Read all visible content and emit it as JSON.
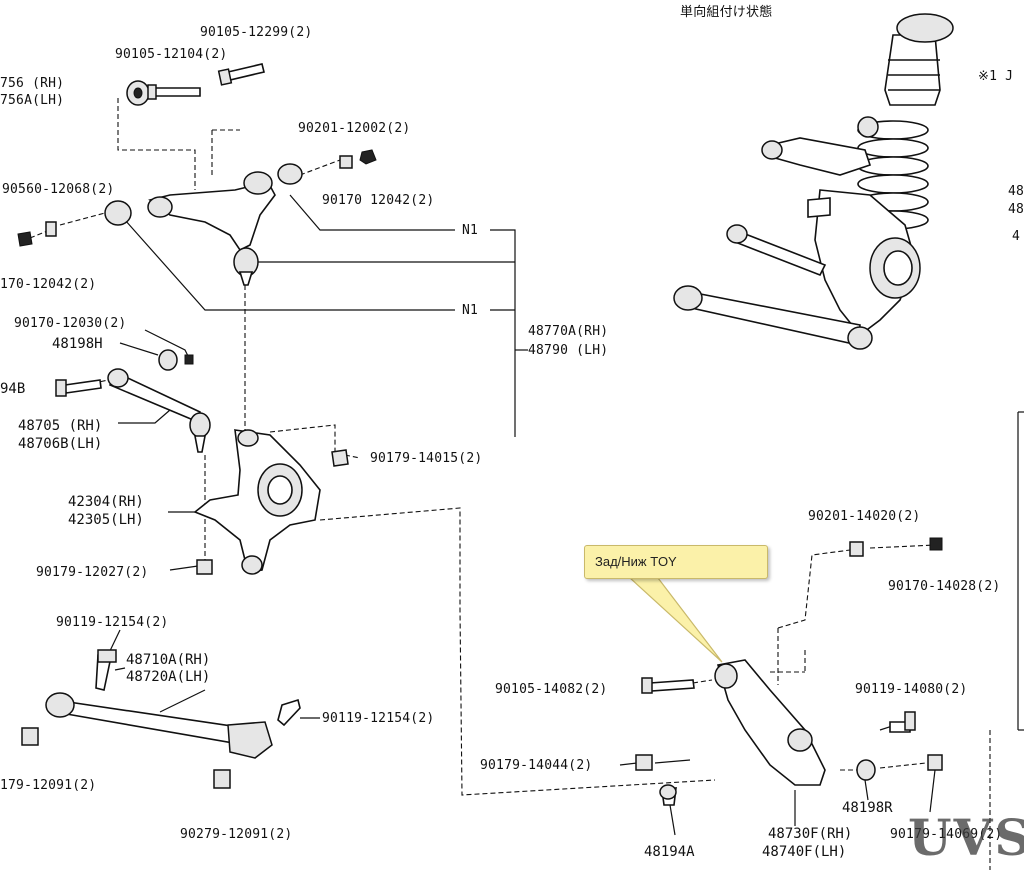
{
  "header": {
    "title": "単向組付け状態",
    "note": "※1 J"
  },
  "labels": {
    "p_90105_12299": "90105-12299(2)",
    "p_90105_12104": "90105-12104(2)",
    "p_756_rh": "756  (RH)",
    "p_756a_lh": "756A(LH)",
    "p_90201_12002": "90201-12002(2)",
    "p_90560_12068": "90560-12068(2)",
    "p_90170_12042_right": "90170 12042(2)",
    "p_170_12042": "170-12042(2)",
    "n1_top": "N1",
    "n1_bottom": "N1",
    "p_90170_12030": "90170-12030(2)",
    "p_48198h": "48198H",
    "p_48770a_rh": "48770A(RH)",
    "p_48790_lh": "48790  (LH)",
    "p_94b": "94B",
    "p_48705_rh": "48705  (RH)",
    "p_48706b_lh": "48706B(LH)",
    "p_90179_14015": "90179-14015(2)",
    "p_42304_rh": "42304(RH)",
    "p_42305_lh": "42305(LH)",
    "p_90179_12027": "90179-12027(2)",
    "p_90201_14020": "90201-14020(2)",
    "p_90170_14028": "90170-14028(2)",
    "p_90119_12154_top": "90119-12154(2)",
    "p_48710a_rh": "48710A(RH)",
    "p_48720a_lh": "48720A(LH)",
    "p_90105_14082": "90105-14082(2)",
    "p_90119_14080": "90119-14080(2)",
    "p_90119_12154_mid": "90119-12154(2)",
    "p_179_12091": "179-12091(2)",
    "p_90179_14044": "90179-14044(2)",
    "p_48198r": "48198R",
    "p_90279_12091": "90279-12091(2)",
    "p_48194a": "48194A",
    "p_48730f_rh": "48730F(RH)",
    "p_48740f_lh": "48740F(LH)",
    "p_90179_14069": "90179-14069(2)",
    "p_right_48_a": "48",
    "p_right_48_b": "48",
    "p_right_4": "4"
  },
  "callout": {
    "text": "Зад/Ниж TOY"
  },
  "watermark": {
    "text": "UVS"
  }
}
